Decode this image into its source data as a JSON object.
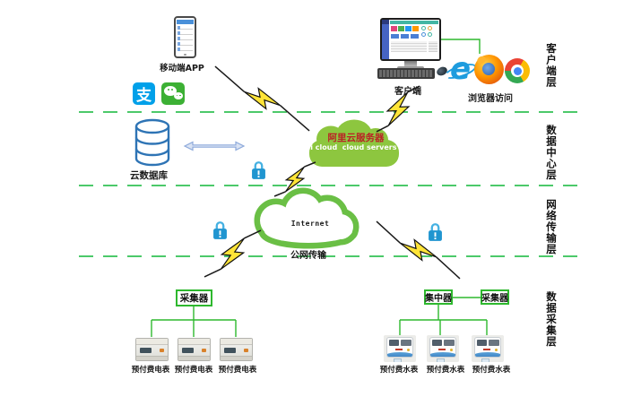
{
  "layers": {
    "client": "客户端层",
    "data_center": "数据中心层",
    "network": "网络传输层",
    "collection": "数据采集层"
  },
  "client_layer": {
    "mobile_app_label": "移动端APP",
    "client_label": "客户端",
    "browser_label": "浏览器访问"
  },
  "data_center_layer": {
    "cloud_db_label": "云数据库",
    "ali_cloud_title": "阿里云服务器",
    "ali_cloud_subtitle": "li cloud  cloud servers"
  },
  "network_layer": {
    "internet_label": "Internet",
    "wan_label": "公网传输"
  },
  "collection_layer": {
    "collector_left": "采集器",
    "concentrator": "集中器",
    "collector_right": "采集器",
    "electric_meters": [
      "预付费电表",
      "预付费电表",
      "预付费电表"
    ],
    "water_meters": [
      "预付费水表",
      "预付费水表",
      "预付费水表"
    ]
  },
  "icons": {
    "alipay_glyph": "支"
  },
  "colors": {
    "layer_line_green": "#4cc96a",
    "connector_green": "#2eb82e",
    "ali_cloud_green": "#8dc63f",
    "internet_cloud_green": "#6abf45",
    "bolt_yellow": "#ffe438",
    "lock_blue": "#2095d0",
    "db_blue": "#2e74b5",
    "alipay_blue": "#00a0e9",
    "wechat_green": "#3cb034",
    "ali_cloud_title_red": "#bb2025"
  }
}
